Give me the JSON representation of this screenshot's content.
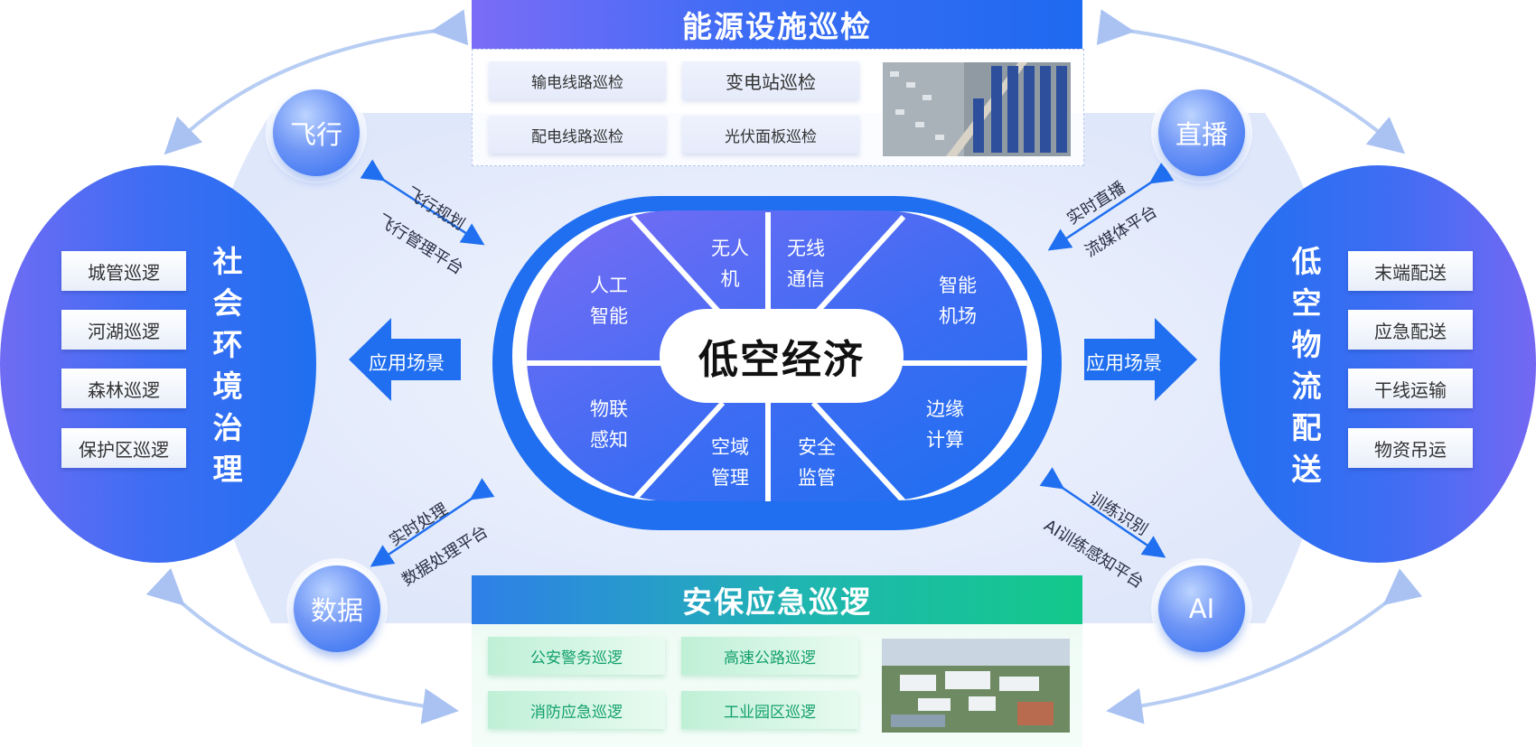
{
  "hub": {
    "title": "低空经济",
    "segments": [
      {
        "id": "uav",
        "lines": [
          "无人",
          "机"
        ]
      },
      {
        "id": "wireless",
        "lines": [
          "无线",
          "通信"
        ]
      },
      {
        "id": "airport",
        "lines": [
          "智能",
          "机场"
        ]
      },
      {
        "id": "edge",
        "lines": [
          "边缘",
          "计算"
        ]
      },
      {
        "id": "safety",
        "lines": [
          "安全",
          "监管"
        ]
      },
      {
        "id": "airspace",
        "lines": [
          "空域",
          "管理"
        ]
      },
      {
        "id": "iot",
        "lines": [
          "物联",
          "感知"
        ]
      },
      {
        "id": "ai",
        "lines": [
          "人工",
          "智能"
        ]
      }
    ]
  },
  "top_panel": {
    "title": "能源设施巡检",
    "items": [
      "输电线路巡检",
      "变电站巡检",
      "配电线路巡检",
      "光伏面板巡检"
    ]
  },
  "bottom_panel": {
    "title": "安保应急巡逻",
    "items": [
      "公安警务巡逻",
      "高速公路巡逻",
      "消防应急巡逻",
      "工业园区巡逻"
    ]
  },
  "left_panel": {
    "title_chars": [
      "社",
      "会",
      "环",
      "境",
      "治",
      "理"
    ],
    "items": [
      "城管巡逻",
      "河湖巡逻",
      "森林巡逻",
      "保护区巡逻"
    ]
  },
  "right_panel": {
    "title_chars": [
      "低",
      "空",
      "物",
      "流",
      "配",
      "送"
    ],
    "items": [
      "末端配送",
      "应急配送",
      "干线运输",
      "物资吊运"
    ]
  },
  "badges": {
    "flight": "飞行",
    "live": "直播",
    "data": "数据",
    "ai": "AI"
  },
  "arrows": {
    "left_label": "应用场景",
    "right_label": "应用场景"
  },
  "links": {
    "flight": [
      "飞行规划",
      "飞行管理平台"
    ],
    "live": [
      "实时直播",
      "流媒体平台"
    ],
    "data": [
      "实时处理",
      "数据处理平台"
    ],
    "ai": [
      "训练识别",
      "AI训练感知平台"
    ]
  },
  "colors": {
    "primary_blue": "#1f6ff0",
    "violet": "#7b6cf6",
    "green": "#13c98a",
    "halo": "#e3ebfb"
  }
}
